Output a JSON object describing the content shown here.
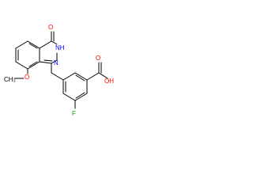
{
  "molecule": {
    "labels": {
      "carbonyl_oxygen": "O",
      "ring_nh": "NH",
      "ring_n": "N",
      "methoxy_oxygen": "O",
      "methoxy_carbon": "CH₃",
      "acid_carbonyl_oxygen": "O",
      "acid_hydroxyl": "OH",
      "fluorine": "F"
    },
    "colors": {
      "bond": "#000000",
      "oxygen": "#ff0000",
      "nitrogen": "#0000ff",
      "fluorine": "#00aa00",
      "carbon": "#000000"
    }
  }
}
